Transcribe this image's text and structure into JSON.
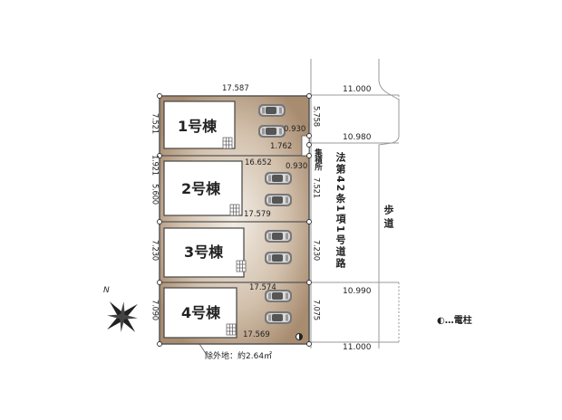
{
  "units": [
    {
      "id": "unit-1",
      "name": "1号棟"
    },
    {
      "id": "unit-2",
      "name": "2号棟"
    },
    {
      "id": "unit-3",
      "name": "3号棟"
    },
    {
      "id": "unit-4",
      "name": "4号棟"
    }
  ],
  "dimensions": {
    "top_width": "17.587",
    "lot1_left": "7.521",
    "lot1_right": "5.758",
    "gap_1_2": "1.921",
    "lot1_bottom_small": "0.930",
    "collection_width": "1.762",
    "lot2_top": "16.652",
    "lot2_top_small": "0.930",
    "lot2_left": "5.600",
    "lot2_right": "7.521",
    "lot2_bottom": "17.579",
    "lot3_left": "7.230",
    "lot3_right": "7.230",
    "lot4_top": "17.574",
    "lot4_left": "7.090",
    "lot4_right": "7.075",
    "bottom_width": "17.569"
  },
  "road": {
    "legal_label": "法第42条1項1号道路",
    "sidewalk_label": "歩道",
    "width_top": "11.000",
    "width_upper": "10.980",
    "width_lower": "10.990",
    "width_bottom": "11.000"
  },
  "collection_point": "集積所",
  "exclusion_note": "除外地：約2.64㎡",
  "legend": {
    "symbol": "◐",
    "label": "…電柱"
  },
  "north_label": "N",
  "colors": {
    "site_fill": "#c7b29a",
    "building_fill": "#ffffff",
    "outline": "#444444",
    "road_line": "#9a9a9a"
  }
}
